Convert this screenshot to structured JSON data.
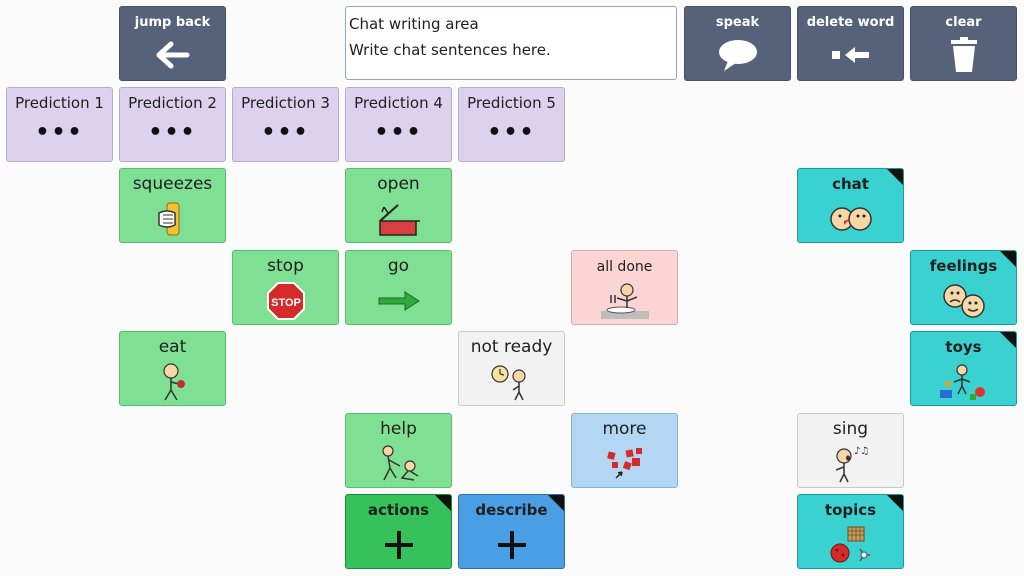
{
  "toolbar": {
    "jump_back": "jump back",
    "speak": "speak",
    "delete_word": "delete word",
    "clear": "clear"
  },
  "chat_area": {
    "title": "Chat writing area",
    "placeholder": "Write chat sentences here."
  },
  "predictions": [
    {
      "label": "Prediction 1",
      "dots": "•••"
    },
    {
      "label": "Prediction 2",
      "dots": "•••"
    },
    {
      "label": "Prediction 3",
      "dots": "•••"
    },
    {
      "label": "Prediction 4",
      "dots": "•••"
    },
    {
      "label": "Prediction 5",
      "dots": "•••"
    }
  ],
  "cells": {
    "squeezes": "squeezes",
    "open": "open",
    "chat": "chat",
    "stop": "stop",
    "go": "go",
    "all_done": "all done",
    "feelings": "feelings",
    "eat": "eat",
    "not_ready": "not ready",
    "toys": "toys",
    "help": "help",
    "more": "more",
    "sing": "sing",
    "actions": "actions",
    "describe": "describe",
    "topics": "topics",
    "stop_sign_text": "STOP"
  },
  "colors": {
    "toolbar": "#56627a",
    "prediction": "#ddd2ee",
    "verb": "#7fe093",
    "folder_teal": "#3ad2d0",
    "folder_green": "#35c25b",
    "folder_blue": "#4a9fe4",
    "all_done": "#fbd4d4",
    "neutral": "#f2f2f2",
    "more": "#b3d7f3"
  }
}
